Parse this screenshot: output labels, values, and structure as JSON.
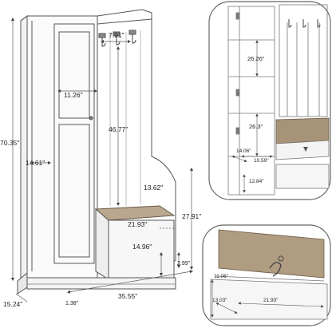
{
  "main_dimensions": {
    "cabinet_height": "70.35\"",
    "overall_width": "35.55\"",
    "depth": "15.24\"",
    "plinth_height": "1.38\"",
    "door_width": "11.26\"",
    "hook_spacing": "7.91\"",
    "hanging_space_height": "46.77\"",
    "side_depth": "14.61\"",
    "bench_cushion_depth": "13.62\"",
    "bench_width": "21.93\"",
    "bench_seat_height": "27.91\"",
    "bench_box_height": "14.96\"",
    "base_height": "2.99\""
  },
  "interior_detail": {
    "shelf_height_upper": "26.26\"",
    "shelf_height_lower": "26.3\"",
    "shelf_depth": "14.06\"",
    "shelf_width": "10.59\"",
    "bottom_compartment": "12.84\""
  },
  "bench_detail": {
    "storage_depth": "11.06\"",
    "storage_length": "13.03\"",
    "storage_width": "21.93\""
  }
}
